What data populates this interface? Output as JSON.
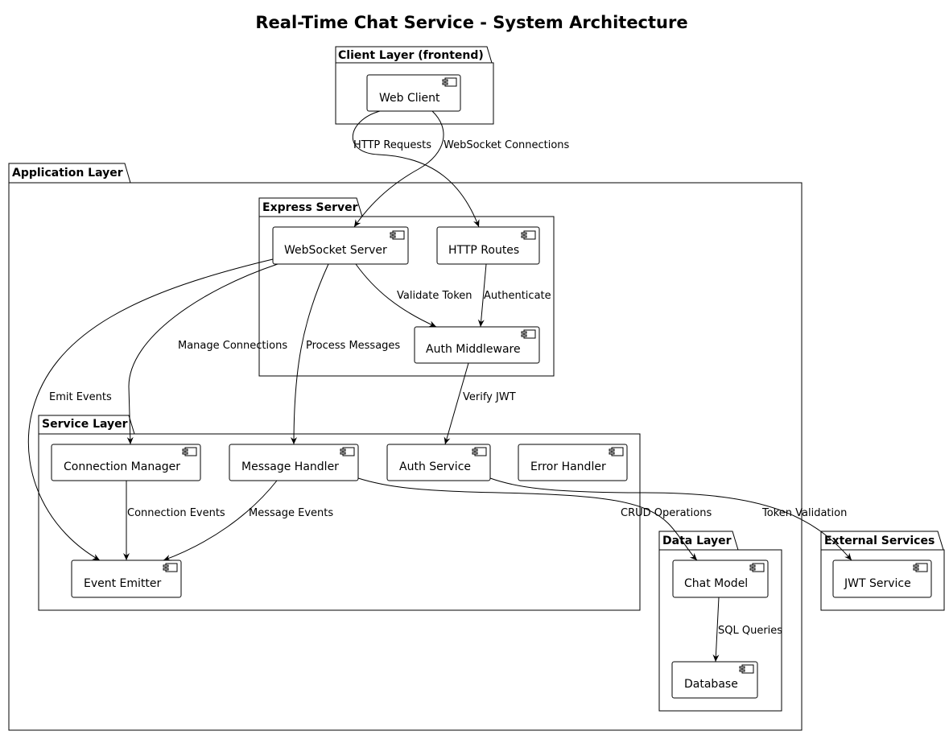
{
  "title": "Real-Time Chat Service - System Architecture",
  "packages": {
    "client": "Client Layer (frontend)",
    "application": "Application Layer",
    "express": "Express Server",
    "service": "Service Layer",
    "data": "Data Layer",
    "external": "External Services"
  },
  "components": {
    "web_client": "Web Client",
    "websocket_server": "WebSocket Server",
    "http_routes": "HTTP Routes",
    "auth_middleware": "Auth Middleware",
    "connection_manager": "Connection Manager",
    "message_handler": "Message Handler",
    "auth_service": "Auth Service",
    "error_handler": "Error Handler",
    "event_emitter": "Event Emitter",
    "chat_model": "Chat Model",
    "database": "Database",
    "jwt_service": "JWT Service"
  },
  "edges": {
    "http_requests": "HTTP Requests",
    "websocket_connections": "WebSocket Connections",
    "validate_token": "Validate Token",
    "authenticate": "Authenticate",
    "manage_connections": "Manage Connections",
    "process_messages": "Process Messages",
    "emit_events": "Emit Events",
    "verify_jwt": "Verify JWT",
    "connection_events": "Connection Events",
    "message_events": "Message Events",
    "crud_operations": "CRUD Operations",
    "token_validation": "Token Validation",
    "sql_queries": "SQL Queries"
  },
  "icon": "component-icon"
}
